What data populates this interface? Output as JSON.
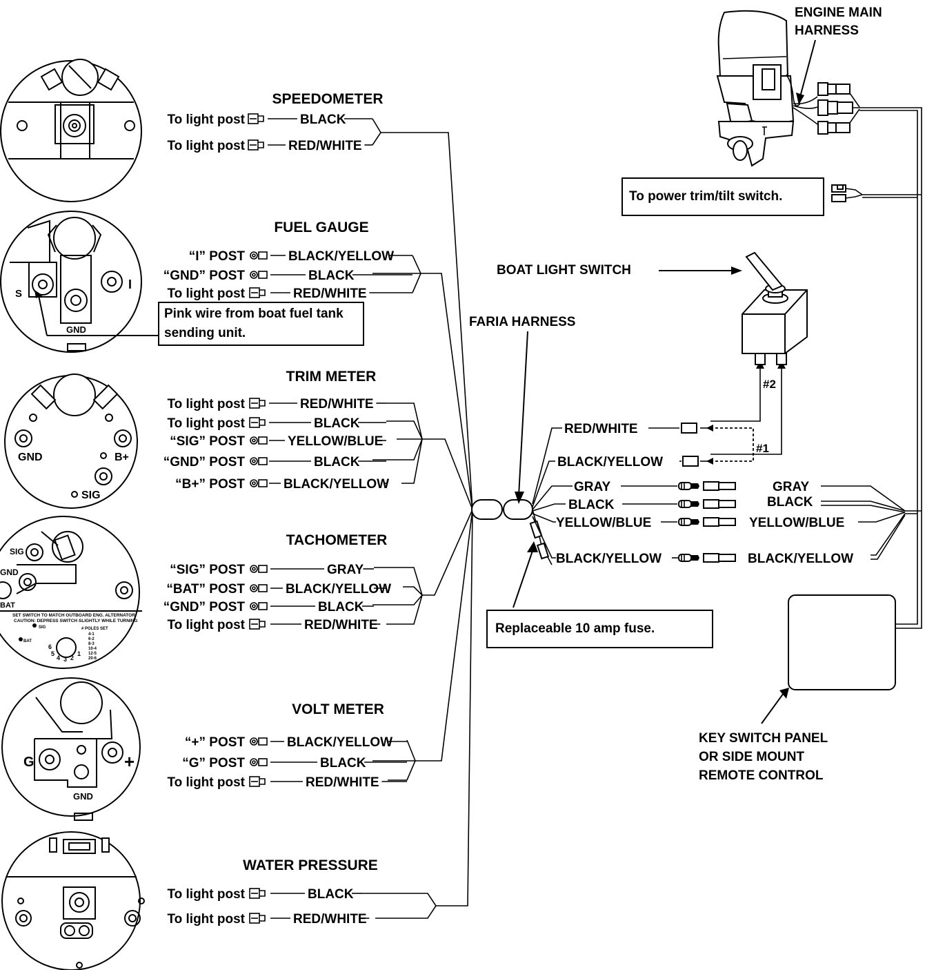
{
  "labels": {
    "engine_main_harness": [
      "ENGINE MAIN",
      "HARNESS"
    ],
    "power_trim": "To power trim/tilt switch.",
    "boat_light_switch": "BOAT LIGHT SWITCH",
    "faria_harness": "FARIA HARNESS",
    "fuse": "Replaceable 10 amp fuse.",
    "key_switch": [
      "KEY SWITCH PANEL",
      "OR SIDE MOUNT",
      "REMOTE CONTROL"
    ],
    "switch_terminal_1": "#1",
    "switch_terminal_2": "#2"
  },
  "gauges": [
    {
      "title": "SPEEDOMETER",
      "wires": [
        {
          "post": "To light post",
          "color": "BLACK"
        },
        {
          "post": "To light post",
          "color": "RED/WHITE"
        }
      ]
    },
    {
      "title": "FUEL GAUGE",
      "face_labels": [
        "S",
        "I",
        "GND"
      ],
      "note": [
        "Pink wire from boat fuel tank",
        "sending unit."
      ],
      "wires": [
        {
          "post": "“I” POST",
          "color": "BLACK/YELLOW"
        },
        {
          "post": "“GND” POST",
          "color": "BLACK"
        },
        {
          "post": "To light post",
          "color": "RED/WHITE"
        }
      ]
    },
    {
      "title": "TRIM METER",
      "face_labels": [
        "GND",
        "B+",
        "SIG"
      ],
      "wires": [
        {
          "post": "To light post",
          "color": "RED/WHITE"
        },
        {
          "post": "To light post",
          "color": "BLACK"
        },
        {
          "post": "“SIG” POST",
          "color": "YELLOW/BLUE"
        },
        {
          "post": "“GND” POST",
          "color": "BLACK"
        },
        {
          "post": "“B+” POST",
          "color": "BLACK/YELLOW"
        }
      ]
    },
    {
      "title": "TACHOMETER",
      "face_labels": [
        "SIG",
        "GND",
        "BAT"
      ],
      "face_text": [
        "SET SWITCH TO MATCH OUTBOARD ENG. ALTERNATOR",
        "CAUTION: DEPRESS SWITCH SLIGHTLY WHILE TURNING",
        "SIG",
        "BAT",
        "# POLES SET",
        "4-1",
        "6-2",
        "8-3",
        "10-4",
        "12-5",
        "20-6",
        "6",
        "5",
        "4",
        "3",
        "2",
        "1"
      ],
      "wires": [
        {
          "post": "“SIG” POST",
          "color": "GRAY"
        },
        {
          "post": "“BAT” POST",
          "color": "BLACK/YELLOW"
        },
        {
          "post": "“GND” POST",
          "color": "BLACK"
        },
        {
          "post": "To light post",
          "color": "RED/WHITE"
        }
      ]
    },
    {
      "title": "VOLT METER",
      "face_labels": [
        "G",
        "+",
        "GND"
      ],
      "wires": [
        {
          "post": "“+” POST",
          "color": "BLACK/YELLOW"
        },
        {
          "post": "“G” POST",
          "color": "BLACK"
        },
        {
          "post": "To light post",
          "color": "RED/WHITE"
        }
      ]
    },
    {
      "title": "WATER PRESSURE",
      "wires": [
        {
          "post": "To light post",
          "color": "BLACK"
        },
        {
          "post": "To light post",
          "color": "RED/WHITE"
        }
      ]
    }
  ],
  "harness_wires": {
    "left": [
      "RED/WHITE",
      "BLACK/YELLOW",
      "GRAY",
      "BLACK",
      "YELLOW/BLUE",
      "BLACK/YELLOW"
    ],
    "right": [
      "GRAY",
      "BLACK",
      "YELLOW/BLUE",
      "BLACK/YELLOW"
    ]
  }
}
